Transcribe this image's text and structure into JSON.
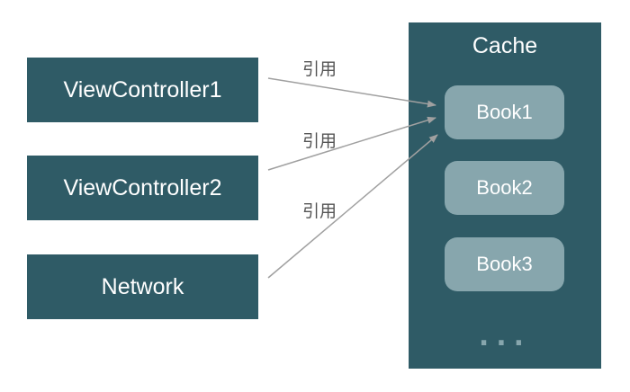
{
  "nodes": {
    "vc1": "ViewController1",
    "vc2": "ViewController2",
    "network": "Network"
  },
  "cache": {
    "title": "Cache",
    "books": [
      "Book1",
      "Book2",
      "Book3"
    ],
    "more": "..."
  },
  "references": {
    "label_1": "引用",
    "label_2": "引用",
    "label_3": "引用"
  },
  "colors": {
    "box_fill": "#2f5b66",
    "book_fill": "#87a6ad",
    "arrow": "#a0a0a0",
    "label_text": "#555555"
  }
}
